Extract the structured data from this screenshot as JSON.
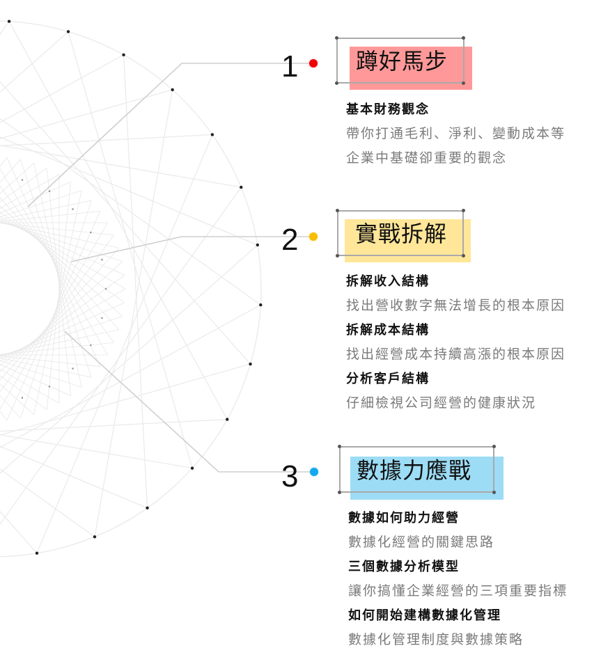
{
  "colors": {
    "section1_accent": "#EE0000",
    "section1_highlight": "#FF9999",
    "section2_accent": "#F6BE00",
    "section2_highlight": "#FFE699",
    "section3_accent": "#12A8EE",
    "section3_highlight": "#9DDCF5",
    "connector_line": "#CFCFCF",
    "heading_text": "#111111",
    "body_text": "#7A7A7A"
  },
  "sections": [
    {
      "number": "1",
      "title": "蹲好馬步",
      "items": [
        {
          "heading": "基本財務觀念",
          "lines": [
            "帶你打通毛利、淨利、變動成本等",
            "企業中基礎卻重要的觀念"
          ]
        }
      ]
    },
    {
      "number": "2",
      "title": "實戰拆解",
      "items": [
        {
          "heading": "拆解收入結構",
          "lines": [
            "找出營收數字無法增長的根本原因"
          ]
        },
        {
          "heading": "拆解成本結構",
          "lines": [
            "找出經營成本持續高漲的根本原因"
          ]
        },
        {
          "heading": "分析客戶結構",
          "lines": [
            "仔細檢視公司經營的健康狀況"
          ]
        }
      ]
    },
    {
      "number": "3",
      "title": "數據力應戰",
      "items": [
        {
          "heading": "數據如何助力經營",
          "lines": [
            "數據化經營的關鍵思路"
          ]
        },
        {
          "heading": "三個數據分析模型",
          "lines": [
            "讓你搞懂企業經營的三項重要指標"
          ]
        },
        {
          "heading": "如何開始建構數據化管理",
          "lines": [
            "數據化管理制度與數據策略"
          ]
        }
      ]
    }
  ]
}
